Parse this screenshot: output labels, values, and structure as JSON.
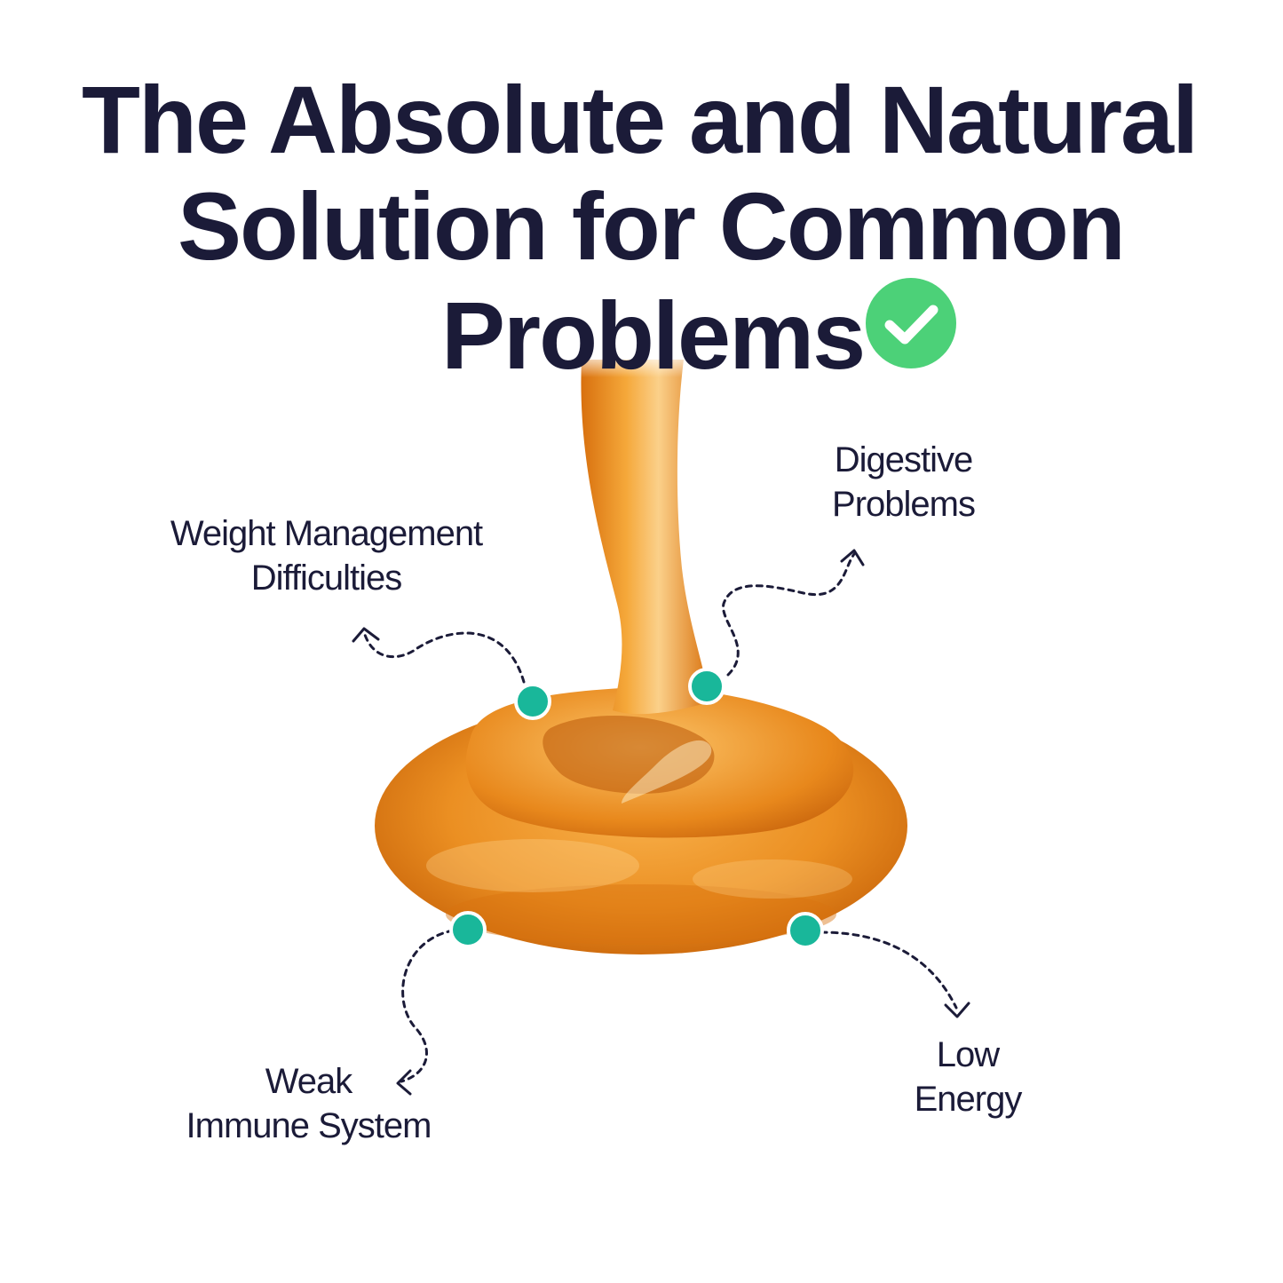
{
  "headline": {
    "line1": "The Absolute and Natural",
    "line2": "Solution for Common",
    "line3": "Problems"
  },
  "check_icon": "check-circle-icon",
  "colors": {
    "headline": "#1b1b38",
    "check": "#4cd178",
    "marker": "#19b79a",
    "syrup": "#e5861c"
  },
  "labels": {
    "weight": {
      "line1": "Weight Management",
      "line2": "Difficulties"
    },
    "digestive": {
      "line1": "Digestive",
      "line2": "Problems"
    },
    "immune": {
      "line1": "Weak",
      "line2": "Immune System"
    },
    "energy": {
      "line1": "Low",
      "line2": "Energy"
    }
  }
}
